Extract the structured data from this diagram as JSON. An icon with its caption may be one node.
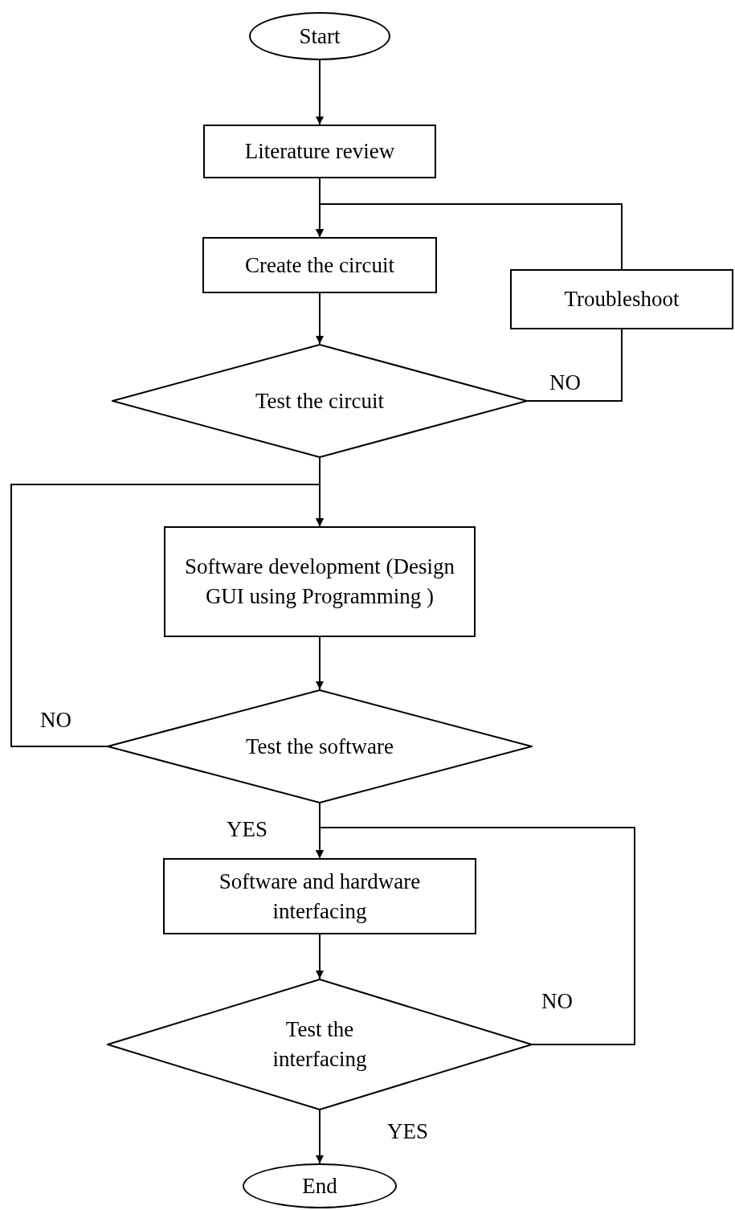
{
  "diagram": {
    "nodes": [
      {
        "text": [
          "Start"
        ]
      },
      {
        "text": [
          "Literature review"
        ]
      },
      {
        "text": [
          "Create the circuit"
        ]
      },
      {
        "text": [
          "Troubleshoot"
        ]
      },
      {
        "text": [
          "Test the circuit"
        ]
      },
      {
        "text": [
          "Software development (Design GUI using Programming )"
        ]
      },
      {
        "text": [
          "Test the software"
        ]
      },
      {
        "text": [
          "Software and hardware interfacing"
        ]
      },
      {
        "text": [
          "Test the interfacing"
        ]
      },
      {
        "text": [
          "End"
        ]
      }
    ],
    "edges": [
      {
        "from": 0,
        "to": 1,
        "arrow": "to"
      },
      {
        "from": 1,
        "to": 2,
        "arrow": "to"
      },
      {
        "from": 4,
        "to": 3,
        "arrow": "none",
        "label": "NO"
      },
      {
        "from": 3,
        "to": 2,
        "arrow": "to"
      },
      {
        "from": 2,
        "to": 4,
        "arrow": "to"
      },
      {
        "from": 4,
        "to": 5,
        "arrow": "to"
      },
      {
        "from": 6,
        "to": 5,
        "arrow": "to",
        "label": "NO"
      },
      {
        "from": 5,
        "to": 6,
        "arrow": "to"
      },
      {
        "from": 6,
        "to": 7,
        "arrow": "to",
        "label": "YES"
      },
      {
        "from": 8,
        "to": 7,
        "arrow": "to",
        "label": "NO"
      },
      {
        "from": 7,
        "to": 8,
        "arrow": "to"
      },
      {
        "from": 8,
        "to": 9,
        "arrow": "to",
        "label": "YES"
      }
    ]
  }
}
